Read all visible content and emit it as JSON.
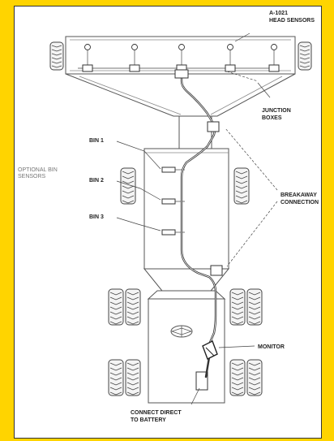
{
  "labels": {
    "head_sensors_line1": "A-1021",
    "head_sensors_line2": "HEAD SENSORS",
    "junction_line1": "JUNCTION",
    "junction_line2": "BOXES",
    "optional_line1": "OPTIONAL BIN",
    "optional_line2": "SENSORS",
    "bin1": "BIN 1",
    "bin2": "BIN 2",
    "bin3": "BIN 3",
    "breakaway_line1": "BREAKAWAY",
    "breakaway_line2": "CONNECTION",
    "monitor": "MONITOR",
    "battery_line1": "CONNECT DIRECT",
    "battery_line2": "TO BATTERY"
  },
  "colors": {
    "background": "#ffd400",
    "panel": "#ffffff",
    "line": "#333333"
  }
}
